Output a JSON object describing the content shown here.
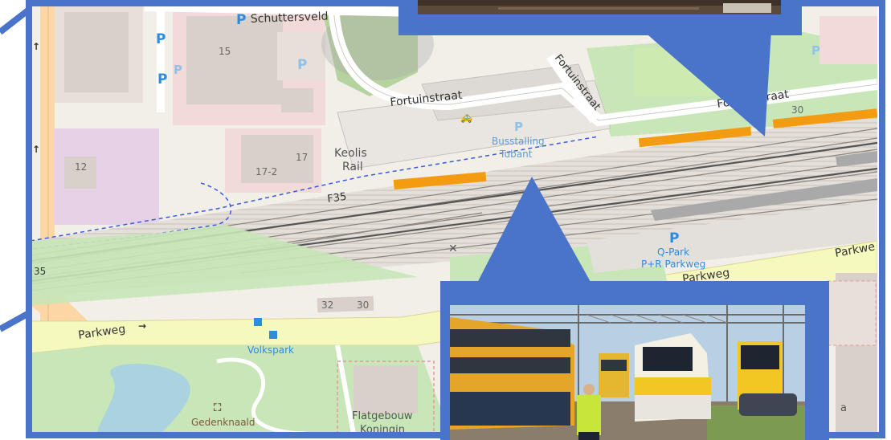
{
  "map": {
    "streets": {
      "schuttersveld": "Schuttersveld",
      "fortuinstraat_left": "Fortuinstraat",
      "fortuinstraat_diag": "Fortuinstraat",
      "fortuinstraat_right": "Fortuinstraat",
      "parkweg_left": "Parkweg",
      "parkweg_mid": "Parkweg",
      "parkweg_right": "Parkwe",
      "f35_main": "F35",
      "f35_edge": "35"
    },
    "labels": {
      "keolis_line1": "Keolis",
      "keolis_line2": "Rail",
      "busstalling_line1": "Busstalling",
      "busstalling_line2": "Tubant",
      "qpark_line1": "Q-Park",
      "qpark_line2": "P+R Parkweg",
      "volkspark": "Volkspark",
      "gedenknaald": "Gedenknaald",
      "flatgebouw_line1": "Flatgebouw",
      "flatgebouw_line2": "Koningin",
      "right_edge_label": "a"
    },
    "house_numbers": {
      "n15": "15",
      "n17": "17",
      "n17_2": "17-2",
      "n12": "12",
      "n32": "32",
      "n30_bottom": "30",
      "n30_top": "30"
    },
    "colors": {
      "frame_blue": "#4a74c9",
      "platform_orange": "#f39c12",
      "water": "#aad3df",
      "park_green": "#c8e6b8",
      "road_yellow": "#f6f9be",
      "residential_pink": "#f2dad9",
      "rail_grey": "#777777",
      "parking_blue": "#2e8cdc"
    },
    "icons": [
      "parking-icon",
      "taxi-icon",
      "bus-stop-icon",
      "memorial-icon",
      "arrow-icon",
      "crossing-icon"
    ]
  },
  "photos": {
    "top_photo": "station-photo-top",
    "bottom_photo": "station-photo-trains"
  }
}
